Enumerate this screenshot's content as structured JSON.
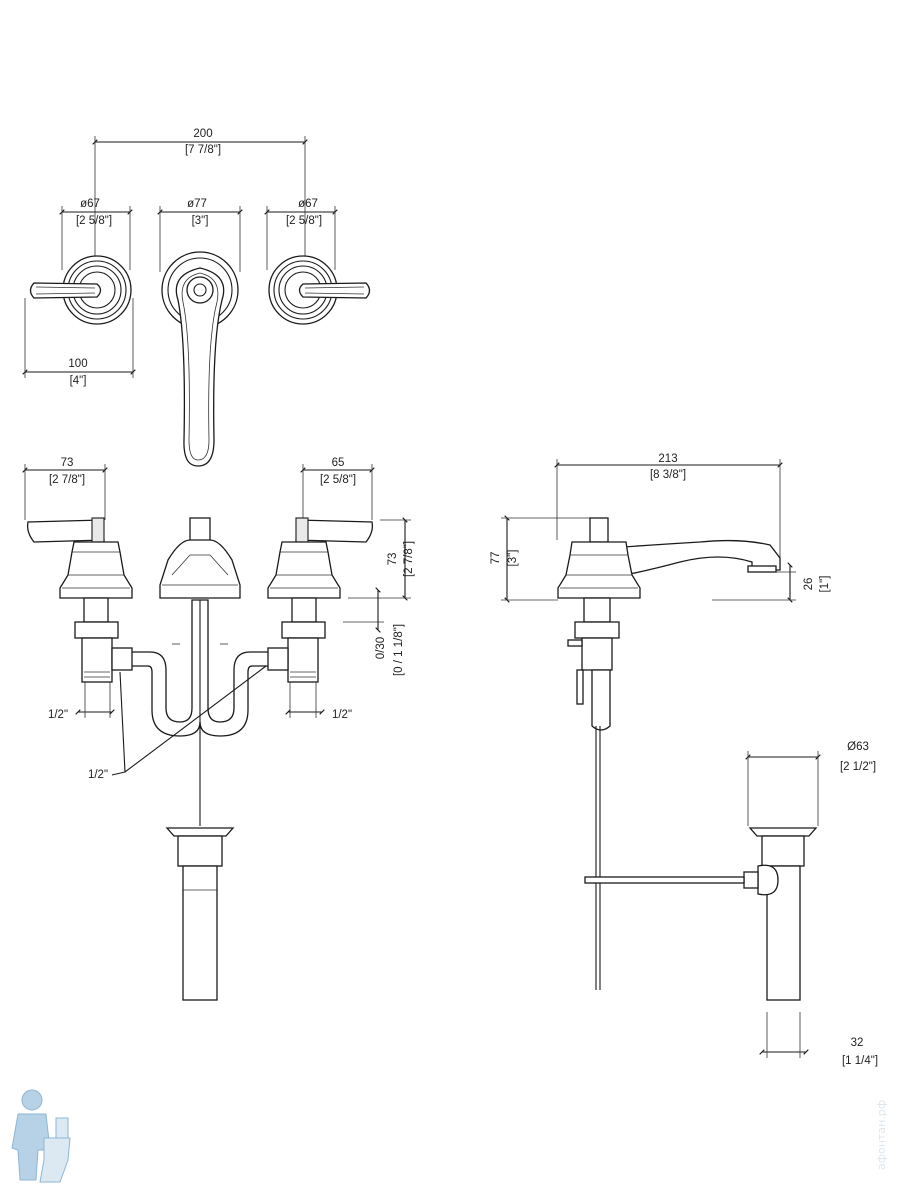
{
  "top_view": {
    "overall_width": {
      "mm": "200",
      "in": "[7 7/8\"]"
    },
    "left_handle_dia": {
      "mm": "ø67",
      "in": "[2 5/8\"]"
    },
    "spout_dia": {
      "mm": "ø77",
      "in": "[3\"]"
    },
    "right_handle_dia": {
      "mm": "ø67",
      "in": "[2 5/8\"]"
    },
    "handle_length": {
      "mm": "100",
      "in": "[4\"]"
    }
  },
  "front_view": {
    "left_handle_width": {
      "mm": "73",
      "in": "[2 7/8\"]"
    },
    "right_handle_width": {
      "mm": "65",
      "in": "[2 5/8\"]"
    },
    "height": {
      "mm": "73",
      "in": "[2 7/8\"]"
    },
    "deck_range": {
      "mm": "0/30",
      "in": "[0 / 1 1/8\"]"
    },
    "left_inlet": "1/2\"",
    "right_inlet": "1/2\"",
    "connector": "1/2\""
  },
  "side_view": {
    "spout_reach": {
      "mm": "213",
      "in": "[8 3/8\"]"
    },
    "spout_height": {
      "mm": "77",
      "in": "[3\"]"
    },
    "outlet_height": {
      "mm": "26",
      "in": "[1\"]"
    },
    "drain_dia": {
      "mm": "Ø63",
      "in": "[2 1/2\"]"
    },
    "tailpiece_dia": {
      "mm": "32",
      "in": "[1 1/4\"]"
    }
  },
  "watermark": "афонтан.рф",
  "colors": {
    "line": "#1a1a1a",
    "logo": "#9fc3dd"
  }
}
